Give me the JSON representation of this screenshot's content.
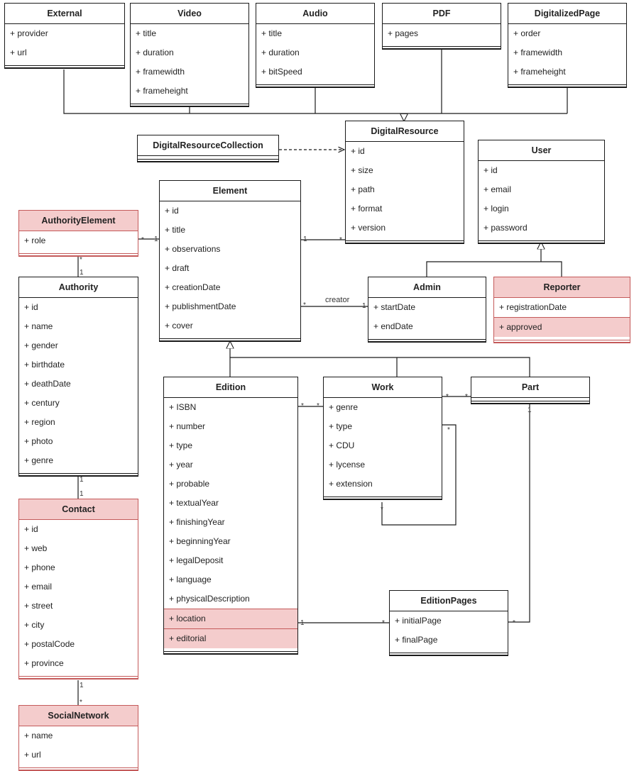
{
  "classes": [
    {
      "id": "external",
      "name": "External",
      "attrs": [
        "+ provider",
        "+ url"
      ]
    },
    {
      "id": "video",
      "name": "Video",
      "attrs": [
        "+ title",
        "+ duration",
        "+ framewidth",
        "+ frameheight"
      ]
    },
    {
      "id": "audio",
      "name": "Audio",
      "attrs": [
        "+ title",
        "+ duration",
        "+ bitSpeed"
      ]
    },
    {
      "id": "pdf",
      "name": "PDF",
      "attrs": [
        "+ pages"
      ]
    },
    {
      "id": "digitalizedpage",
      "name": "DigitalizedPage",
      "attrs": [
        "+ order",
        "+ framewidth",
        "+ frameheight"
      ]
    },
    {
      "id": "digitalresourcecollection",
      "name": "DigitalResourceCollection",
      "attrs": []
    },
    {
      "id": "digitalresource",
      "name": "DigitalResource",
      "attrs": [
        "+ id",
        "+ size",
        "+ path",
        "+ format",
        "+ version"
      ]
    },
    {
      "id": "user",
      "name": "User",
      "attrs": [
        "+ id",
        "+ email",
        "+ login",
        "+ password"
      ]
    },
    {
      "id": "element",
      "name": "Element",
      "attrs": [
        "+ id",
        "+ title",
        "+ observations",
        "+ draft",
        "+ creationDate",
        "+ publishmentDate",
        "+ cover"
      ]
    },
    {
      "id": "authorityelement",
      "name": "AuthorityElement",
      "attrs": [
        "+ role"
      ],
      "highlight": true
    },
    {
      "id": "authority",
      "name": "Authority",
      "attrs": [
        "+ id",
        "+ name",
        "+ gender",
        "+ birthdate",
        "+ deathDate",
        "+ century",
        "+ region",
        "+ photo",
        "+ genre"
      ]
    },
    {
      "id": "admin",
      "name": "Admin",
      "attrs": [
        "+ startDate",
        "+ endDate"
      ]
    },
    {
      "id": "reporter",
      "name": "Reporter",
      "attrs": [
        "+ registrationDate",
        "+ approved"
      ],
      "highlight": true,
      "highlightAttrs": [
        1
      ]
    },
    {
      "id": "edition",
      "name": "Edition",
      "attrs": [
        "+ ISBN",
        "+ number",
        "+ type",
        "+ year",
        "+ probable",
        "+ textualYear",
        "+ finishingYear",
        "+ beginningYear",
        "+ legalDeposit",
        "+ language",
        "+ physicalDescription",
        "+ location",
        "+ editorial"
      ],
      "highlightAttrs": [
        11,
        12
      ]
    },
    {
      "id": "work",
      "name": "Work",
      "attrs": [
        "+ genre",
        "+ type",
        "+ CDU",
        "+ lycense",
        "+ extension"
      ]
    },
    {
      "id": "part",
      "name": "Part",
      "attrs": []
    },
    {
      "id": "contact",
      "name": "Contact",
      "attrs": [
        "+ id",
        "+ web",
        "+ phone",
        "+ email",
        "+ street",
        "+ city",
        "+ postalCode",
        "+ province"
      ],
      "highlight": true
    },
    {
      "id": "editionpages",
      "name": "EditionPages",
      "attrs": [
        "+ initialPage",
        "+ finalPage"
      ]
    },
    {
      "id": "socialnetwork",
      "name": "SocialNetwork",
      "attrs": [
        "+ name",
        "+ url"
      ],
      "highlight": true
    }
  ],
  "labels": [
    {
      "id": "m-ae-el-star",
      "text": "*"
    },
    {
      "id": "m-ae-el-one",
      "text": "1"
    },
    {
      "id": "m-ae-au-star",
      "text": "*"
    },
    {
      "id": "m-ae-au-one",
      "text": "1"
    },
    {
      "id": "m-el-dr-one",
      "text": "1"
    },
    {
      "id": "m-el-dr-star",
      "text": "*"
    },
    {
      "id": "m-el-ad-star",
      "text": "*"
    },
    {
      "id": "m-el-ad-role",
      "text": "creator"
    },
    {
      "id": "m-el-ad-one",
      "text": "1"
    },
    {
      "id": "m-au-co-one-a",
      "text": "1"
    },
    {
      "id": "m-au-co-one-b",
      "text": "1"
    },
    {
      "id": "m-co-sn-one",
      "text": "1"
    },
    {
      "id": "m-co-sn-star",
      "text": "*"
    },
    {
      "id": "m-ed-wo-star-a",
      "text": "*"
    },
    {
      "id": "m-ed-wo-star-b",
      "text": "*"
    },
    {
      "id": "m-wo-pa-star-a",
      "text": "*"
    },
    {
      "id": "m-wo-pa-star-b",
      "text": "*"
    },
    {
      "id": "m-wo-self-star-a",
      "text": "*"
    },
    {
      "id": "m-wo-self-star-b",
      "text": "*"
    },
    {
      "id": "m-ed-ep-one",
      "text": "1"
    },
    {
      "id": "m-ed-ep-star",
      "text": "*"
    },
    {
      "id": "m-pa-ep-one",
      "text": "1"
    },
    {
      "id": "m-pa-ep-star",
      "text": "*"
    }
  ],
  "colors": {
    "line": "#1a1a1a",
    "highlight_fill": "#f4cccc",
    "highlight_border": "#c45a5a"
  }
}
